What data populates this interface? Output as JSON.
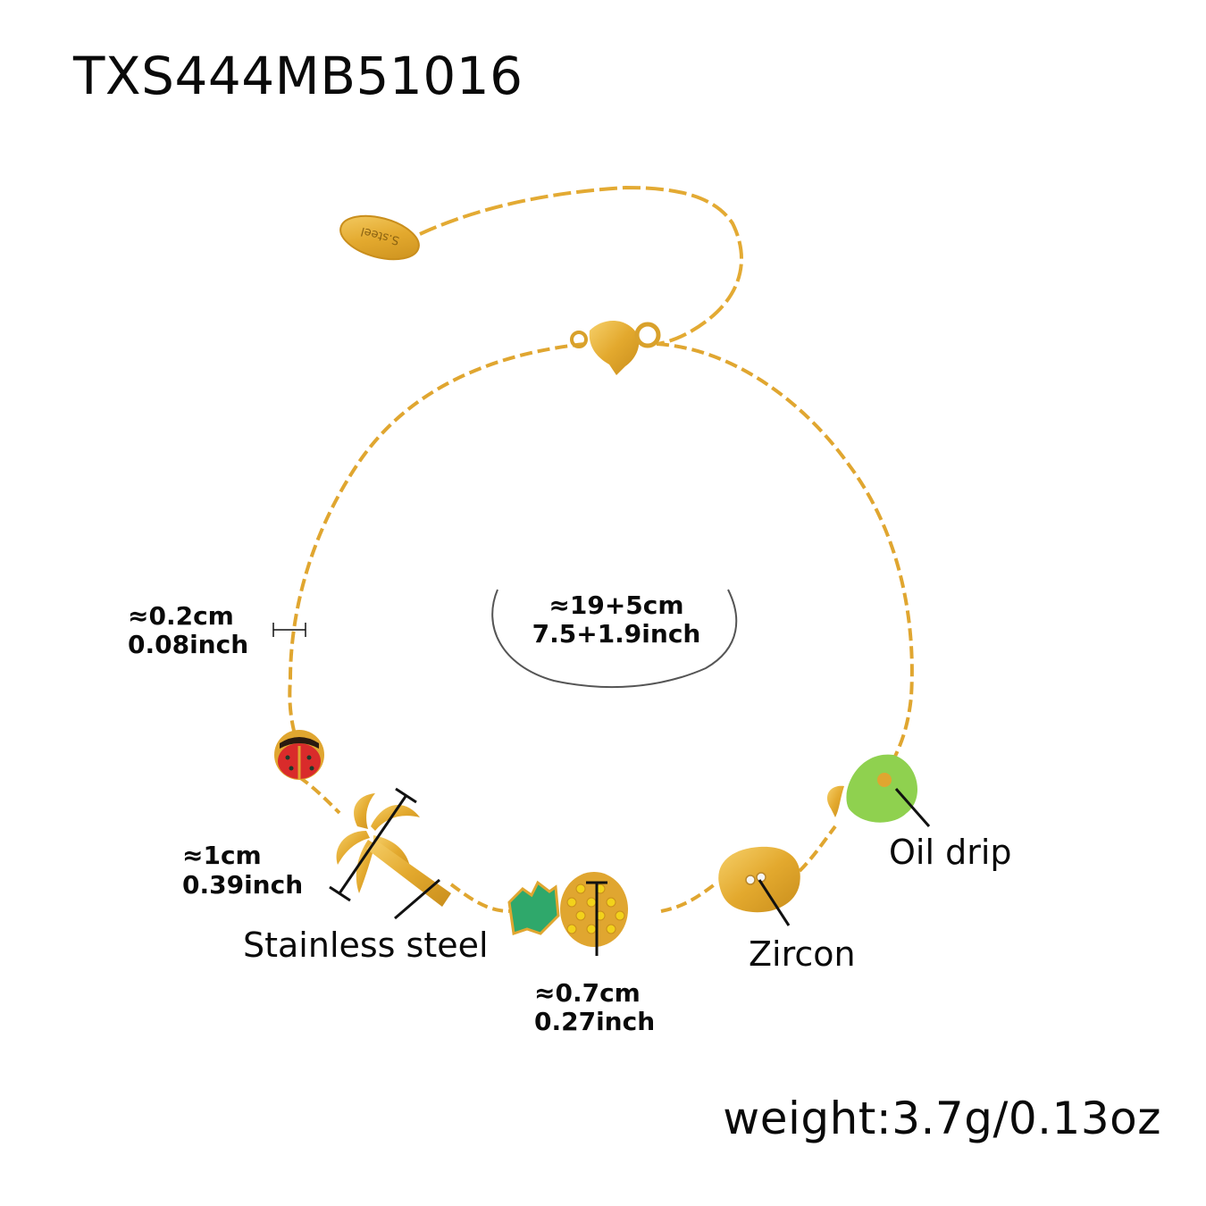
{
  "product": {
    "sku": "TXS444MB51016",
    "weight": "weight:3.7g/0.13oz",
    "tag_engraving": "S.steel"
  },
  "annotations": {
    "chain_width": {
      "cm": "≈0.2cm",
      "inch": "0.08inch"
    },
    "length": {
      "cm": "≈19+5cm",
      "inch": "7.5+1.9inch"
    },
    "palm_charm": {
      "cm": "≈1cm",
      "inch": "0.39inch"
    },
    "material": "Stainless steel",
    "pineapple_charm": {
      "cm": "≈0.7cm",
      "inch": "0.27inch"
    },
    "stone": "Zircon",
    "enamel": "Oil drip"
  },
  "charms": [
    "ladybug",
    "palm-tree",
    "pineapple",
    "frog",
    "green-drop"
  ],
  "colors": {
    "gold": "#E7B13A",
    "gold_dark": "#C98E1C",
    "ladybug_red": "#D92B2B",
    "pineapple_leaf": "#2FA86B",
    "pineapple_stone": "#F2D21B",
    "drop_green": "#8FD14F",
    "annotation_line": "#111111"
  }
}
